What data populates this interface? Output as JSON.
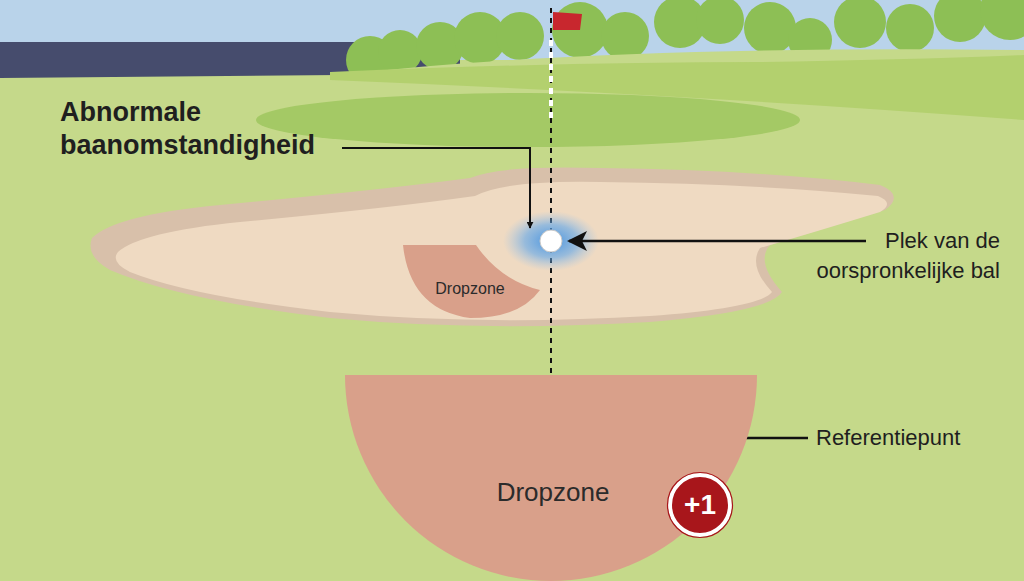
{
  "diagram": {
    "nodes": [
      {
        "text": [
          "Dropzone"
        ]
      },
      {
        "text": [
          "Dropzone"
        ]
      },
      {
        "text": [
          "+1"
        ],
        "in": 1
      }
    ],
    "labels": [
      "Abnormale baanomstandigheid",
      "Plek van de oorspronkelijke bal",
      "Referentiepunt"
    ]
  }
}
